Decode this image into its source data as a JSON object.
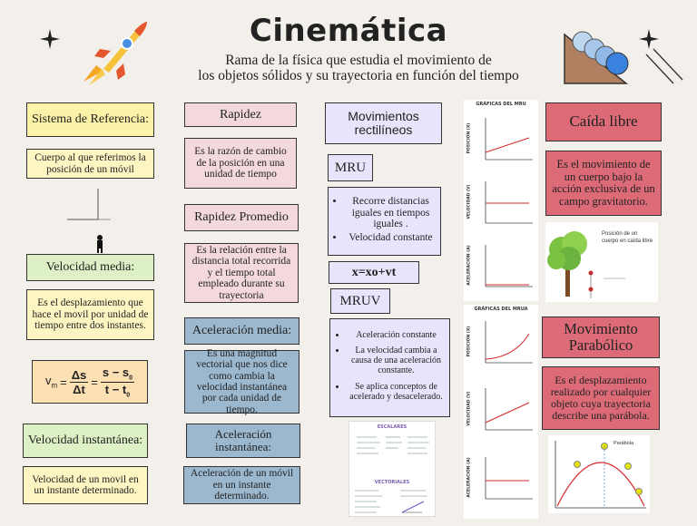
{
  "header": {
    "title": "Cinemática",
    "subtitle_line1": "Rama de la física que estudia el movimiento de",
    "subtitle_line2": "los objetos sólidos y su trayectoria en función del tiempo"
  },
  "col1": {
    "ref_title": "Sistema de Referencia:",
    "ref_desc": "Cuerpo al que referimos la posición de un móvil",
    "vel_media_title": "Velocidad media:",
    "vel_media_desc": "Es el desplazamiento que hace el movil por unidad de tiempo entre dos instantes.",
    "formula": {
      "vm": "v",
      "vm_sub": "m",
      "eq1": "=",
      "num1": "Δs",
      "den1": "Δt",
      "eq2": "=",
      "num2": "s − s",
      "num2_sub": "0",
      "den2": "t − t",
      "den2_sub": "0"
    },
    "vel_inst_title": "Velocidad instantánea:",
    "vel_inst_desc": "Velocidad de un movil en un instante determinado."
  },
  "col2": {
    "rapidez_title": "Rapidez",
    "rapidez_desc": "Es la razón de cambio de la posición en una unidad de tiempo",
    "rap_prom_title": "Rapidez Promedio",
    "rap_prom_desc": "Es la relación entre la distancia total recorrida y el tiempo total empleado durante su trayectoria",
    "acel_media_title": "Aceleración media:",
    "acel_media_desc": "Es una magnitud vectorial que nos dice como cambia la velocidad instantánea por cada unidad de tiempo.",
    "acel_inst_title": "Aceleración instantánea:",
    "acel_inst_desc": "Aceleración de un móvil en un instante determinado."
  },
  "col3": {
    "mov_rect_title": "Movimientos rectilíneos",
    "mru_title": "MRU",
    "mru_items": [
      "Recorre distancias iguales en tiempos iguales .",
      "Velocidad constante"
    ],
    "mru_formula": "x=xo+vt",
    "mruv_title": "MRUV",
    "mruv_items": [
      "Aceleración constante",
      "La velocidad cambia a causa de una aceleración constante.",
      "Se aplica conceptos de acelerado y desacelerado."
    ],
    "escalares_title": "ESCALARES",
    "vectoriales_title": "VECTORIALES"
  },
  "col4": {
    "graf_mru_title": "GRÁFICAS DEL MRU",
    "graf_mrua_title": "GRÁFICAS DEL MRUA",
    "axis_labels": [
      "POSICIÓN (X)",
      "VELOCIDAD (V)",
      "ACELERACIÓN (A)"
    ],
    "caida_title": "Caída libre",
    "caida_desc": "Es el movimiento de un cuerpo bajo la acción exclusiva de un campo gravitatorio.",
    "tree_caption": "Posición de un cuerpo en caída libre",
    "parab_title": "Movimiento Parabólico",
    "parab_desc": "Es el desplazamiento realizado por cualquier objeto cuya trayectoria describe una parábola.",
    "parab_caption": "Parábola"
  }
}
